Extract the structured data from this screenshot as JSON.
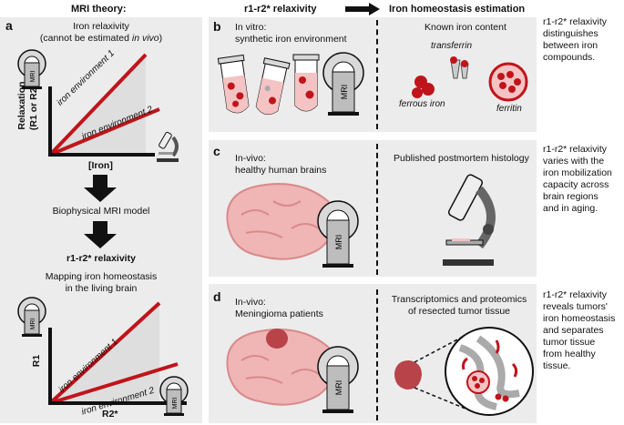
{
  "header": {
    "mri_theory": "MRI theory:",
    "relaxivity": "r1-r2* relaxivity",
    "estimation": "Iron homeostasis estimation"
  },
  "panel_a": {
    "letter": "a",
    "title_line1": "Iron relaxivity",
    "title_line2_pre": "(cannot be estimated ",
    "title_line2_it": "in vivo",
    "title_line2_post": ")",
    "y_axis_1": "Relaxation",
    "y_axis_2": "(R1 or R2*)",
    "x_axis_1": "[Iron]",
    "env1": "iron environment 1",
    "env2": "iron environment 2",
    "biophys": "Biophysical MRI model",
    "relaxivity": "r1-r2* relaxivity",
    "mapping_1": "Mapping iron homeostasis",
    "mapping_2": "in the living brain",
    "y_axis_b": "R1",
    "x_axis_b": "R2*",
    "mri_label": "MRI"
  },
  "panel_b": {
    "letter": "b",
    "left_1": "In vitro:",
    "left_2": "synthetic iron environment",
    "right_1": "Known iron content",
    "transferrin": "transferrin",
    "ferrous": "ferrous iron",
    "ferritin": "ferritin",
    "side": [
      "r1-r2* relaxivity",
      "distinguishes",
      "between iron",
      "compounds."
    ]
  },
  "panel_c": {
    "letter": "c",
    "left_1": "In-vivo:",
    "left_2": "healthy human brains",
    "right_1": "Published postmortem histology",
    "side": [
      "r1-r2* relaxivity",
      "varies with the",
      "iron mobilization",
      "capacity across",
      "brain regions",
      "and in aging."
    ]
  },
  "panel_d": {
    "letter": "d",
    "left_1": "In-vivo:",
    "left_2": "Meningioma patients",
    "right_1": "Transcriptomics and proteomics",
    "right_2": "of resected tumor tissue",
    "side": [
      "r1-r2* relaxivity",
      "reveals tumors'",
      "iron homeostasis",
      "and separates",
      "tumor tissue",
      "from healthy",
      "tissue."
    ]
  },
  "colors": {
    "panel_bg": "#ececec",
    "red": "#c0141b",
    "brain": "#f0b5b5",
    "brain_stroke": "#d98a8a",
    "tumor": "#b84348",
    "machine": "#d9d9d9"
  }
}
